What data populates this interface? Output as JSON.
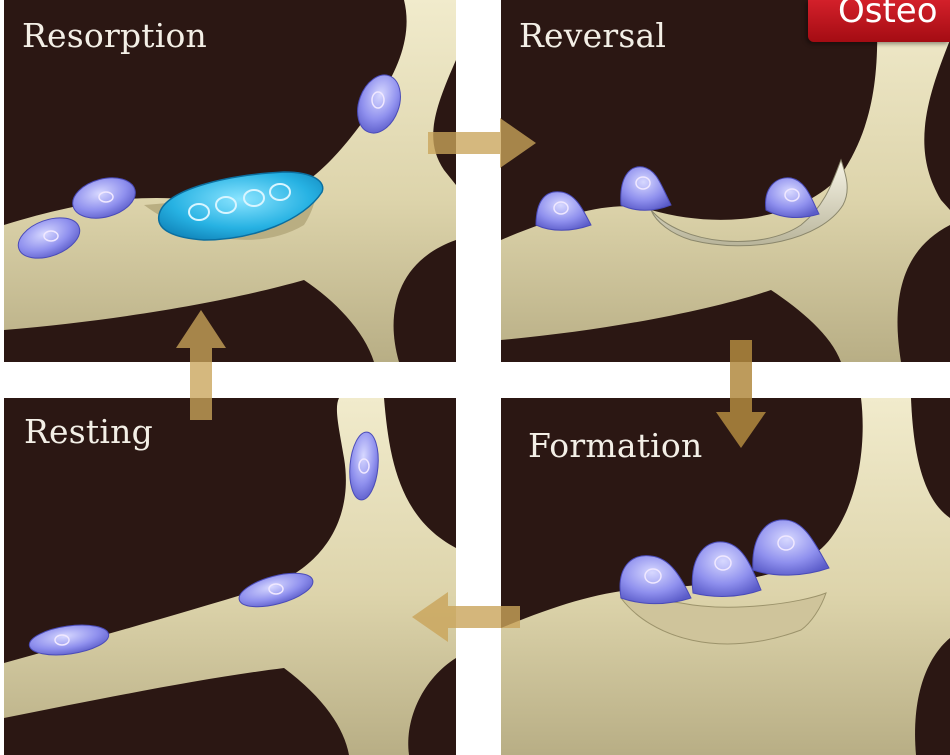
{
  "badge": {
    "text": "Osteo"
  },
  "panels": {
    "resorption": {
      "label": "Resorption"
    },
    "reversal": {
      "label": "Reversal"
    },
    "resting": {
      "label": "Resting"
    },
    "formation": {
      "label": "Formation"
    }
  },
  "arrows": [
    {
      "from": "resorption",
      "to": "reversal",
      "direction": "right"
    },
    {
      "from": "reversal",
      "to": "formation",
      "direction": "down"
    },
    {
      "from": "formation",
      "to": "resting",
      "direction": "left"
    },
    {
      "from": "resting",
      "to": "resorption",
      "direction": "up"
    }
  ],
  "colors": {
    "background_dark": "#2b1713",
    "bone": "#e4dcb6",
    "cell": "#8d8df0",
    "osteoclast": "#2fb6e6",
    "arrow": "#c9a45a",
    "badge": "#c8101b"
  }
}
